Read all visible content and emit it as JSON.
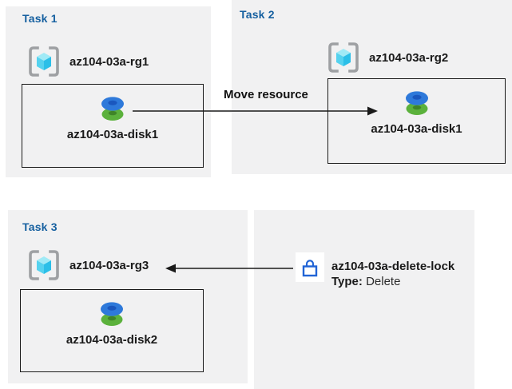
{
  "tasks": [
    {
      "title": "Task 1",
      "rg": "az104-03a-rg1",
      "disk": "az104-03a-disk1"
    },
    {
      "title": "Task 2",
      "rg": "az104-03a-rg2",
      "disk": "az104-03a-disk1"
    },
    {
      "title": "Task 3",
      "rg": "az104-03a-rg3",
      "disk": "az104-03a-disk2"
    }
  ],
  "move_label": "Move resource",
  "lock": {
    "name": "az104-03a-delete-lock",
    "type_label": "Type:",
    "type_value": "Delete"
  },
  "icons": {
    "resource_group": "resource-group-icon",
    "disk": "disk-icon",
    "lock": "lock-icon"
  },
  "colors": {
    "panel_bg": "#f1f1f2",
    "title_blue": "#1660a0",
    "cube_top": "#a0eaf6",
    "cube_left": "#55d2ef",
    "cube_right": "#2bbfe8",
    "bracket_gray": "#9ea0a3",
    "disk_blue": "#2e79da",
    "disk_blue_hole": "#1a57be",
    "disk_green": "#5bb13c",
    "disk_green_hole": "#3f8428",
    "lock_blue": "#2164d6",
    "arrow_black": "#1a1a1a"
  }
}
